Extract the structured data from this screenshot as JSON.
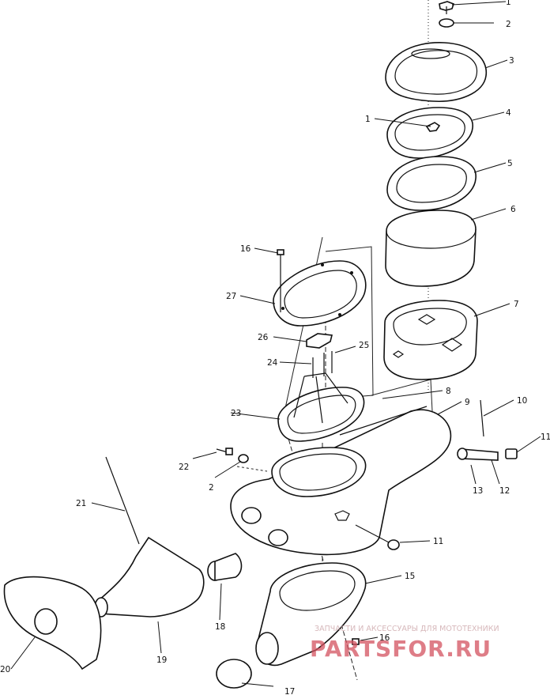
{
  "labels": {
    "l1a": "1",
    "l2a": "2",
    "l3": "3",
    "l1b": "1",
    "l4": "4",
    "l5": "5",
    "l6": "6",
    "l7": "7",
    "l16a": "16",
    "l27": "27",
    "l26": "26",
    "l25": "25",
    "l24": "24",
    "l8": "8",
    "l9": "9",
    "l10": "10",
    "l11a": "11",
    "l23": "23",
    "l22": "22",
    "l2b": "2",
    "l13": "13",
    "l12": "12",
    "l21": "21",
    "l11b": "11",
    "l15": "15",
    "l18": "18",
    "l16b": "16",
    "l19": "19",
    "l20": "20",
    "l17": "17"
  },
  "watermark": {
    "tagline": "ЗАПЧАСТИ И АКСЕССУАРЫ ДЛЯ МОТОТЕХНИКИ",
    "brand": "PARTSFOR.RU"
  }
}
